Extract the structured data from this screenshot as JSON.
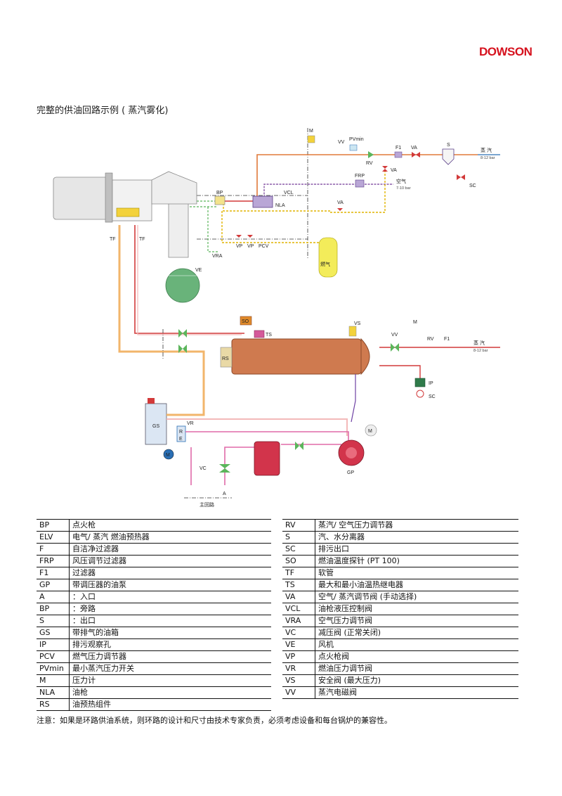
{
  "brand": "DOWSON",
  "title": "完整的供油回路示例 ( 蒸汽雾化)",
  "diagram_labels": {
    "M": "M",
    "VV": "VV",
    "PVmin": "PVmin",
    "F1": "F1",
    "VA": "VA",
    "S": "S",
    "steam": "蒸 汽",
    "steam_bar": "8-12 bar",
    "RV": "RV",
    "FRP": "FRP",
    "air": "空气",
    "air_bar": "7-10 bar",
    "SC": "SC",
    "BP": "BP",
    "VCL": "VCL",
    "NLA": "NLA",
    "VRA": "VRA",
    "VP": "VP",
    "PCV": "PCV",
    "fuel_gas": "燃气",
    "TF": "TF",
    "VE": "VE",
    "SO": "SO",
    "TS": "TS",
    "VS": "VS",
    "RS": "RS",
    "IP": "IP",
    "GS": "GS",
    "VR": "VR",
    "R": "R",
    "E": "E",
    "VC": "VC",
    "A": "A",
    "GP": "GP",
    "main_loop": "主回路"
  },
  "legend_left": [
    {
      "code": "BP",
      "desc": "点火枪"
    },
    {
      "code": "ELV",
      "desc": "电气/ 蒸汽 燃油预热器"
    },
    {
      "code": "F",
      "desc": "自洁净过滤器"
    },
    {
      "code": "FRP",
      "desc": "风压调节过滤器"
    },
    {
      "code": "F1",
      "desc": "过滤器"
    },
    {
      "code": "GP",
      "desc": "带调压器的油泵"
    },
    {
      "code": "A",
      "desc": "：入口"
    },
    {
      "code": "BP",
      "desc": "：旁路"
    },
    {
      "code": "S",
      "desc": "：出口"
    },
    {
      "code": "GS",
      "desc": "带排气的油箱"
    },
    {
      "code": "IP",
      "desc": "排污观察孔"
    },
    {
      "code": "PCV",
      "desc": "燃气压力调节器"
    },
    {
      "code": "PVmin",
      "desc": "最小蒸汽压力开关"
    },
    {
      "code": "M",
      "desc": "压力计"
    },
    {
      "code": "NLA",
      "desc": "油枪"
    },
    {
      "code": "RS",
      "desc": "油预热组件"
    }
  ],
  "legend_right": [
    {
      "code": "RV",
      "desc": "蒸汽/ 空气压力调节器"
    },
    {
      "code": "S",
      "desc": "汽、水分离器"
    },
    {
      "code": "SC",
      "desc": "排污出口"
    },
    {
      "code": "SO",
      "desc": "燃油温度探针 (PT 100)"
    },
    {
      "code": "TF",
      "desc": "软管"
    },
    {
      "code": "TS",
      "desc": "最大和最小油温热继电器"
    },
    {
      "code": "VA",
      "desc": "空气/ 蒸汽调节阀 (手动选择)"
    },
    {
      "code": "VCL",
      "desc": "油枪液压控制阀"
    },
    {
      "code": "VRA",
      "desc": "空气压力调节阀"
    },
    {
      "code": "VC",
      "desc": "减压阀 (正常关闭)"
    },
    {
      "code": "VE",
      "desc": "风机"
    },
    {
      "code": "VP",
      "desc": "点火枪阀"
    },
    {
      "code": "VR",
      "desc": "燃油压力调节阀"
    },
    {
      "code": "VS",
      "desc": "安全阀 (最大压力)"
    },
    {
      "code": "VV",
      "desc": "蒸汽电磁阀"
    }
  ],
  "note": "注意：如果是环路供油系统，则环路的设计和尺寸由技术专家负责，必须考虑设备和每台锅炉的兼容性。"
}
